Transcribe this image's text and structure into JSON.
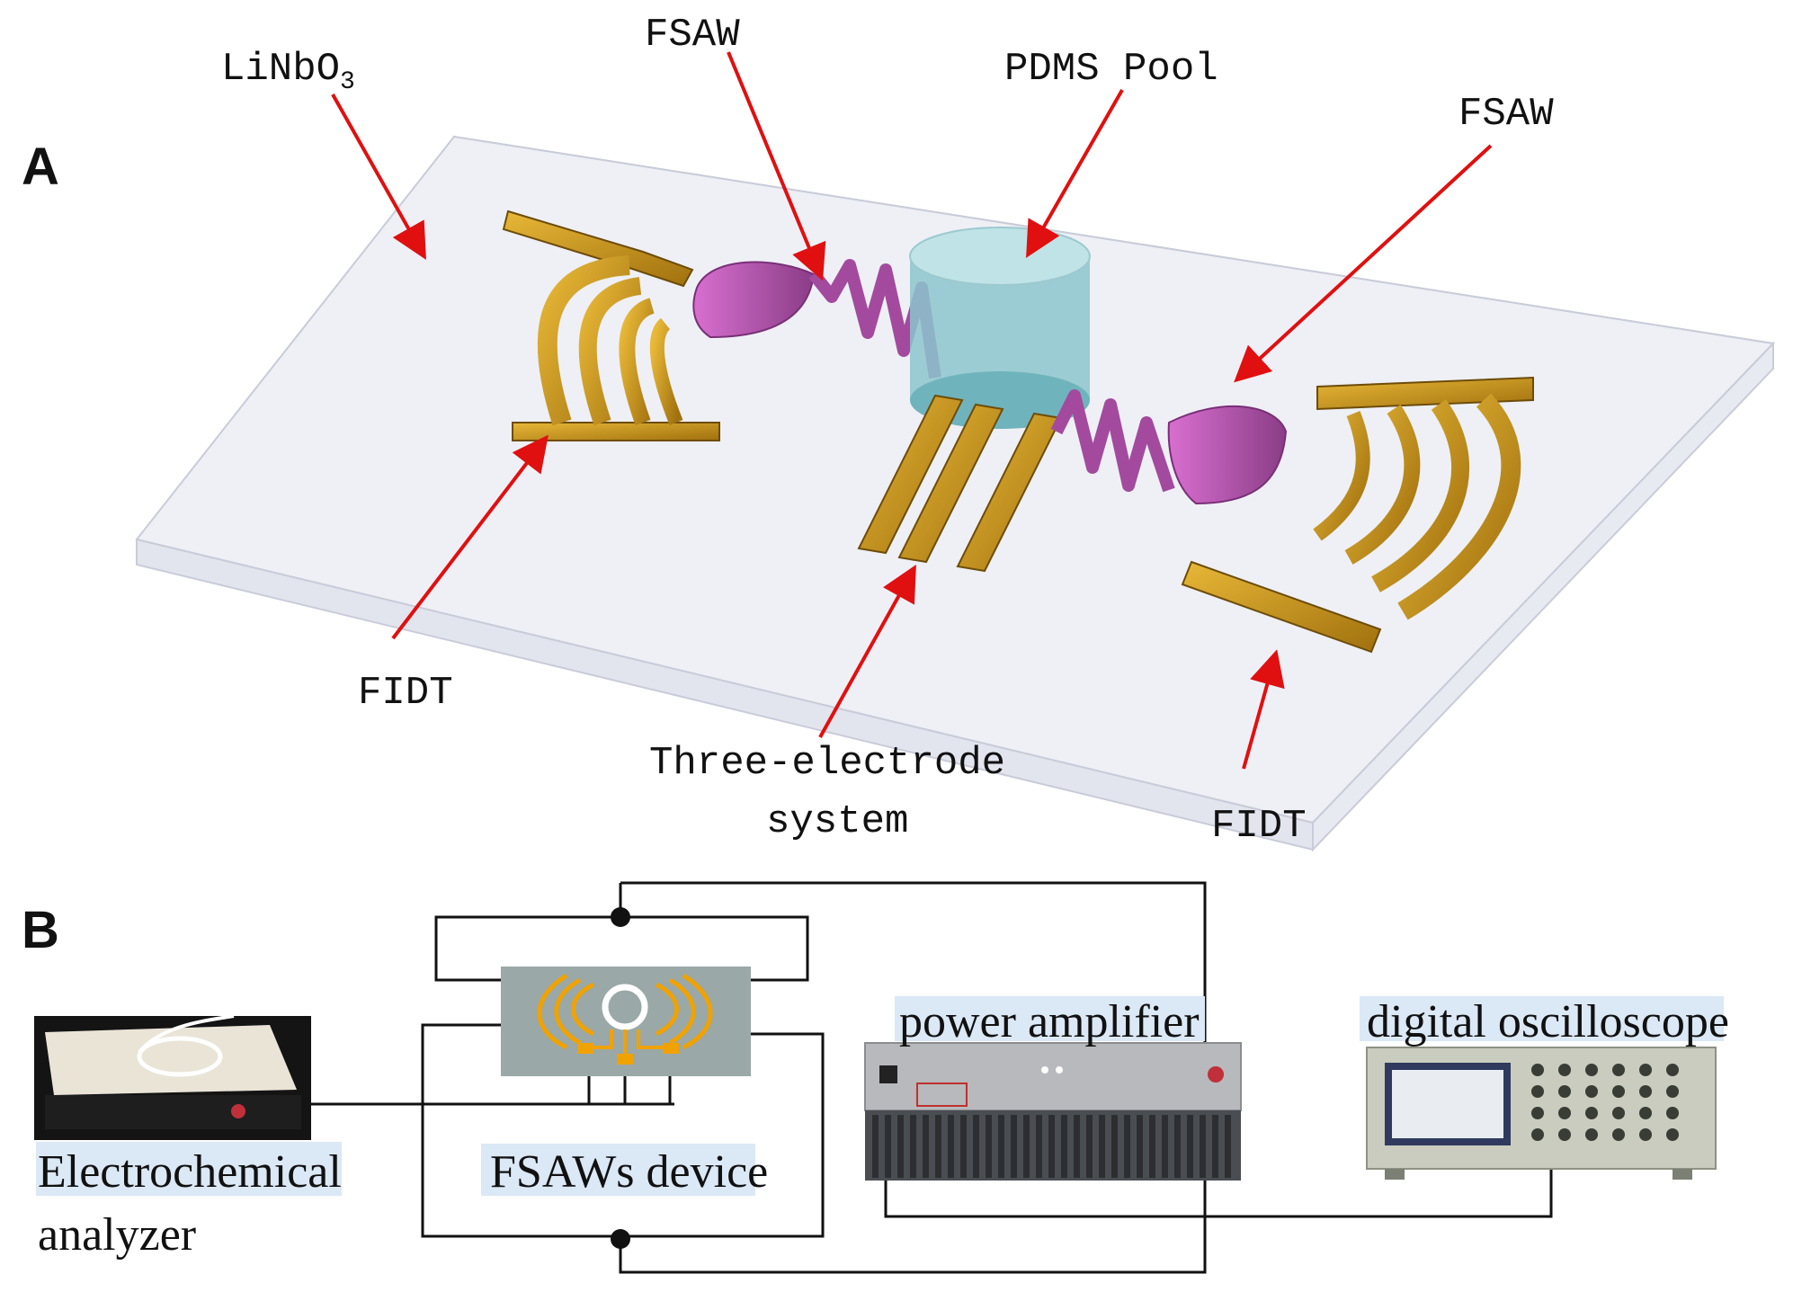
{
  "panel_a": {
    "letter": "A",
    "labels": {
      "substrate_main": "LiNbO",
      "substrate_sub": "3",
      "fsaw_left": "FSAW",
      "pdms_pool": "PDMS Pool",
      "fsaw_right": "FSAW",
      "fidt_left": "FIDT",
      "three_electrode_line1": "Three-electrode",
      "three_electrode_line2": "system",
      "fidt_right": "FIDT"
    },
    "colors": {
      "arrow": "#e01010",
      "electrode_gold": "#c8951c",
      "wave_purple": "#b24fa8",
      "pool_cyan": "#7fbcc4",
      "substrate": "#eef0f6"
    }
  },
  "panel_b": {
    "letter": "B",
    "labels": {
      "electrochemical_line1": "Electrochemical",
      "electrochemical_line2": "analyzer",
      "fsaws_device": "FSAWs device",
      "power_amplifier": "power amplifier",
      "digital_oscilloscope": "digital oscilloscope"
    },
    "colors": {
      "label_highlight": "#dbe8f5",
      "device_board": "#9aa8a8",
      "wire": "#111111"
    }
  }
}
